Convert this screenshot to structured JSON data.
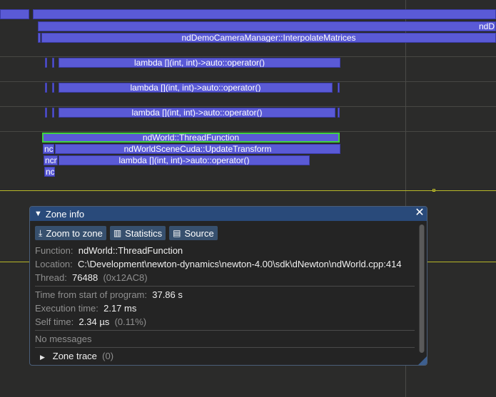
{
  "timeline": {
    "zones": {
      "camera_label": "ndDemoCameraManager::InterpolateMatrices",
      "top_right_label": "ndD",
      "lambda_label": "lambda [](int, int)->auto::operator()",
      "thread_function_label": "ndWorld::ThreadFunction",
      "update_transform_label": "ndWorldSceneCuda::UpdateTransform",
      "nc_short": "nc",
      "ncn_short": "ncn",
      "nc_lower": "nc"
    }
  },
  "zone_info": {
    "title": "Zone info",
    "buttons": {
      "zoom": "Zoom to zone",
      "statistics": "Statistics",
      "source": "Source"
    },
    "function_label": "Function:",
    "function_value": "ndWorld::ThreadFunction",
    "location_label": "Location:",
    "location_value": "C:\\Development\\newton-dynamics\\newton-4.00\\sdk\\dNewton\\ndWorld.cpp:414",
    "thread_label": "Thread:",
    "thread_value": "76488",
    "thread_hex": "(0x12AC8)",
    "time_start_label": "Time from start of program:",
    "time_start_value": "37.86 s",
    "exec_label": "Execution time:",
    "exec_value": "2.17 ms",
    "self_label": "Self time:",
    "self_value": "2.34 µs",
    "self_pct": "(0.11%)",
    "no_messages": "No messages",
    "zone_trace_label": "Zone trace",
    "zone_trace_count": "(0)"
  },
  "colors": {
    "zone": "#5a5ad6",
    "selected_border": "#3fd23f",
    "title_bar": "#294a7a",
    "button": "#37506e"
  }
}
